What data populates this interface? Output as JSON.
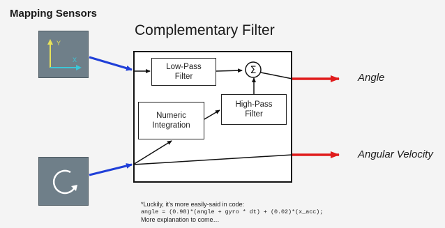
{
  "page": {
    "title": "Mapping Sensors",
    "diagram_title": "Complementary Filter"
  },
  "sensors": {
    "accelerometer": {
      "icon": "accelerometer-axes-icon",
      "axis_y_label": "Y",
      "axis_x_label": "X"
    },
    "gyroscope": {
      "icon": "rotation-arrow-icon"
    }
  },
  "blocks": {
    "low_pass": "Low-Pass\nFilter",
    "high_pass": "High-Pass\nFilter",
    "integration": "Numeric\nIntegration",
    "sum_symbol": "Σ"
  },
  "outputs": {
    "angle": "Angle",
    "angular_velocity": "Angular Velocity"
  },
  "footnote": {
    "line1": "*Luckily, it's more easily-said in code:",
    "code": "angle = (0.98)*(angle + gyro * dt) + (0.02)*(x_acc);",
    "line3": "More explanation to come…"
  },
  "colors": {
    "input_arrow": "#1f3fd8",
    "output_arrow": "#e01b1b",
    "sensor_fill": "#6f7f89",
    "axis_y": "#e8e35a",
    "axis_x": "#3cc6d8"
  }
}
